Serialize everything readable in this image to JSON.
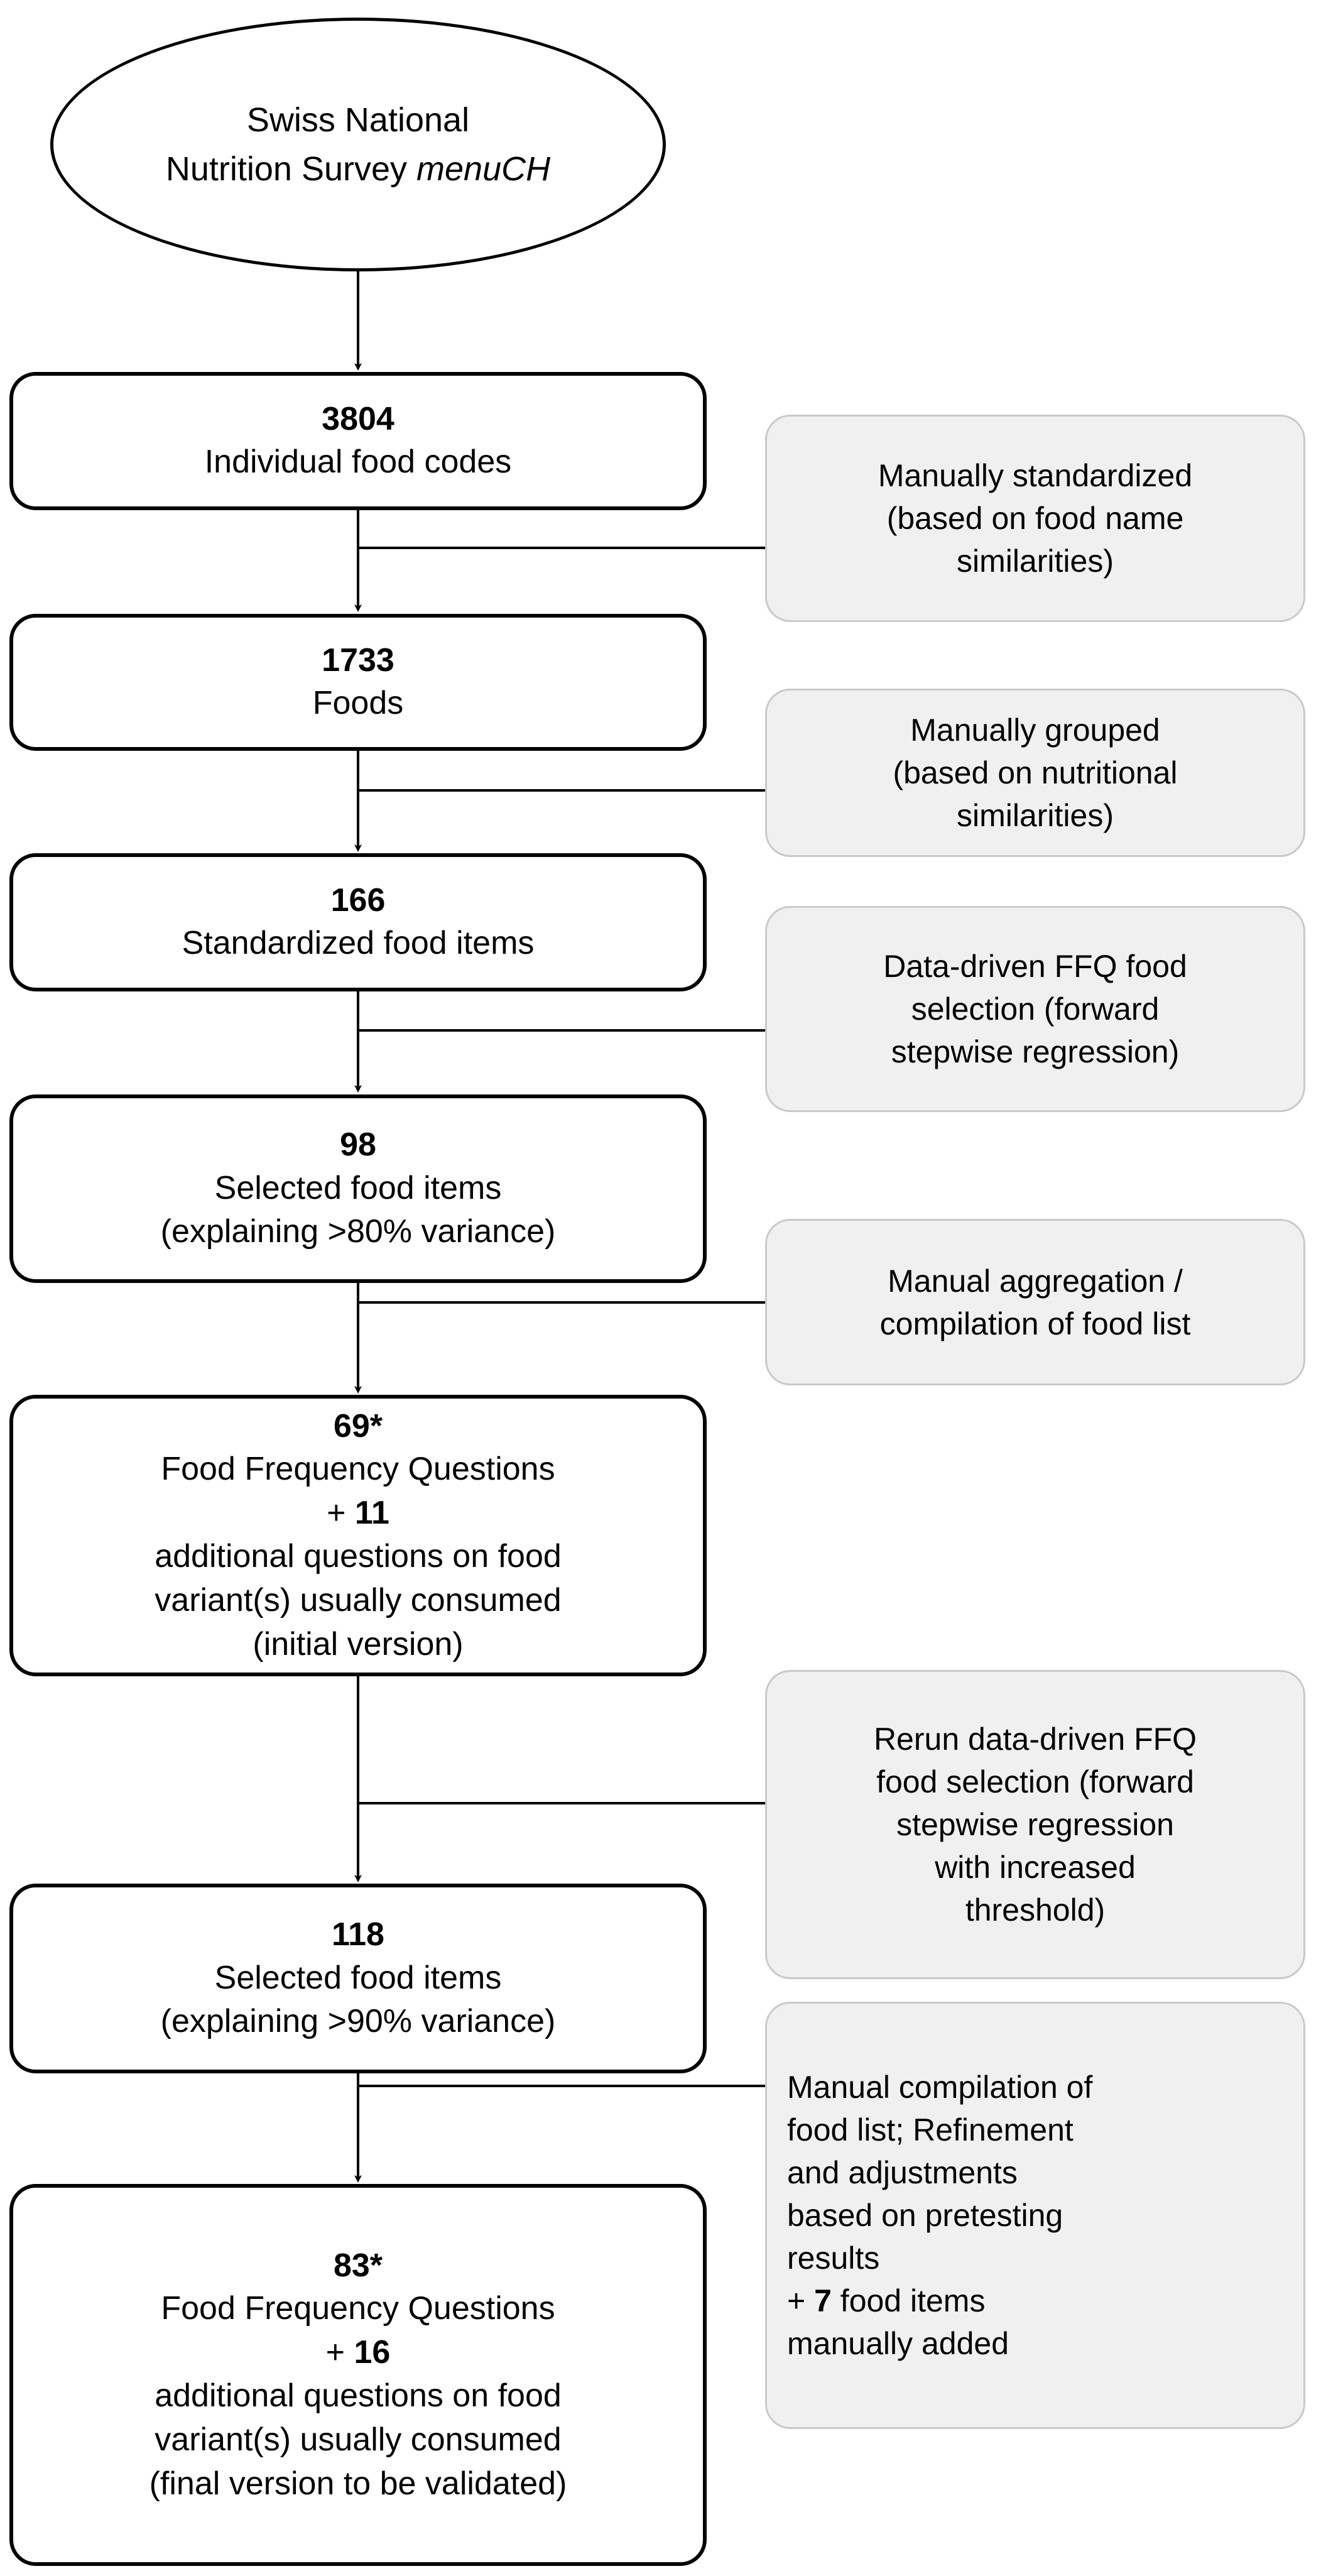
{
  "colors": {
    "node_border": "#000000",
    "node_fill": "#ffffff",
    "note_border": "#c9c9c9",
    "note_fill": "#f0f0f0",
    "text": "#000000",
    "connector": "#000000"
  },
  "start_node": {
    "line1": "Swiss National",
    "line2_plain": "Nutrition Survey ",
    "line2_italic": "menuCH"
  },
  "nodes": [
    {
      "id": "food-codes",
      "number": "3804",
      "label": "Individual food codes"
    },
    {
      "id": "foods",
      "number": "1733",
      "label": "Foods"
    },
    {
      "id": "standardized-food-items",
      "number": "166",
      "label": "Standardized food items"
    },
    {
      "id": "selected-food-items-80",
      "number": "98",
      "label_line1": "Selected food items",
      "label_line2": "(explaining >80% variance)"
    },
    {
      "id": "ffq-initial",
      "number": "69*",
      "label_line1": "Food Frequency Questions",
      "label_line2_prefix": "+ ",
      "label_line2_bold": "11",
      "label_line3": "additional questions on food",
      "label_line4": "variant(s) usually consumed",
      "label_line5": "(initial version)"
    },
    {
      "id": "selected-food-items-90",
      "number": "118",
      "label_line1": "Selected food items",
      "label_line2": "(explaining >90% variance)"
    },
    {
      "id": "ffq-final",
      "number": "83*",
      "label_line1": "Food Frequency Questions",
      "label_line2_prefix": "+ ",
      "label_line2_bold": "16",
      "label_line3": "additional questions on food",
      "label_line4": "variant(s) usually consumed",
      "label_line5": "(final version to be validated)"
    }
  ],
  "notes": [
    {
      "id": "note-manually-standardized",
      "line1": "Manually standardized",
      "line2": "(based on food name",
      "line3": "similarities)"
    },
    {
      "id": "note-manually-grouped",
      "line1": "Manually grouped",
      "line2": "(based on nutritional",
      "line3": "similarities)"
    },
    {
      "id": "note-data-driven-ffq",
      "line1": "Data-driven FFQ food",
      "line2": "selection (forward",
      "line3": "stepwise regression)"
    },
    {
      "id": "note-manual-aggregation",
      "line1": "Manual aggregation /",
      "line2": "compilation of food list"
    },
    {
      "id": "note-rerun-ffq",
      "line1": "Rerun data-driven FFQ",
      "line2": "food selection (forward",
      "line3": "stepwise regression",
      "line4": "with increased",
      "line5": "threshold)"
    },
    {
      "id": "note-manual-compilation",
      "line1": "Manual compilation of",
      "line2": "food list; Refinement",
      "line3": "and adjustments",
      "line4": "based on pretesting",
      "line5": "results",
      "line6_prefix": "+ ",
      "line6_bold": "7",
      "line6_suffix": " food items",
      "line7": "manually added"
    }
  ]
}
